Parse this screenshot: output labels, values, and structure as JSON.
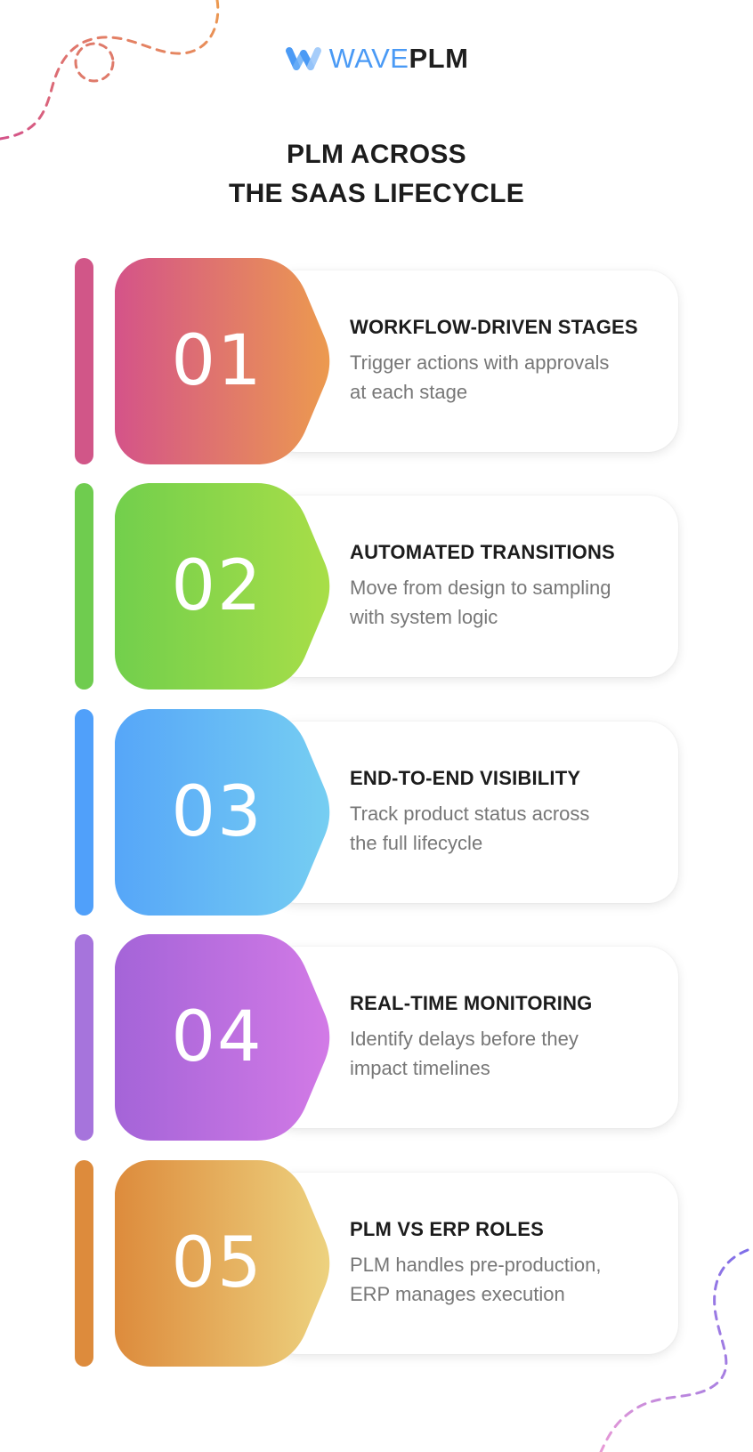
{
  "brand": {
    "logo_icon": "wave-w-icon",
    "name_part1": "WAVE",
    "name_part2": "PLM",
    "accent_color": "#4a9af5"
  },
  "header": {
    "title_line1": "PLM ACROSS",
    "title_line2": "THE SAAS LIFECYCLE"
  },
  "steps": [
    {
      "number": "01",
      "heading": "WORKFLOW-DRIVEN STAGES",
      "description_line1": "Trigger actions with approvals",
      "description_line2": "at each stage",
      "color_start": "#d45389",
      "color_end": "#ec9a4f",
      "bar_color": "#d15688"
    },
    {
      "number": "02",
      "heading": "AUTOMATED TRANSITIONS",
      "description_line1": "Move from design to sampling",
      "description_line2": "with system logic",
      "color_start": "#72cf4c",
      "color_end": "#a8de48",
      "bar_color": "#6fcc4f"
    },
    {
      "number": "03",
      "heading": "END-TO-END VISIBILITY",
      "description_line1": "Track product status across",
      "description_line2": "the full lifecycle",
      "color_start": "#56a6f8",
      "color_end": "#76cef2",
      "bar_color": "#50a0fa"
    },
    {
      "number": "04",
      "heading": "REAL-TIME MONITORING",
      "description_line1": "Identify delays before they",
      "description_line2": "impact timelines",
      "color_start": "#a464d8",
      "color_end": "#d27ae6",
      "bar_color": "#a674dc"
    },
    {
      "number": "05",
      "heading": "PLM VS ERP ROLES",
      "description_line1": "PLM handles pre-production,",
      "description_line2": "ERP manages execution",
      "color_start": "#dd8b3c",
      "color_end": "#edd27f",
      "bar_color": "#dd8b3c"
    }
  ]
}
